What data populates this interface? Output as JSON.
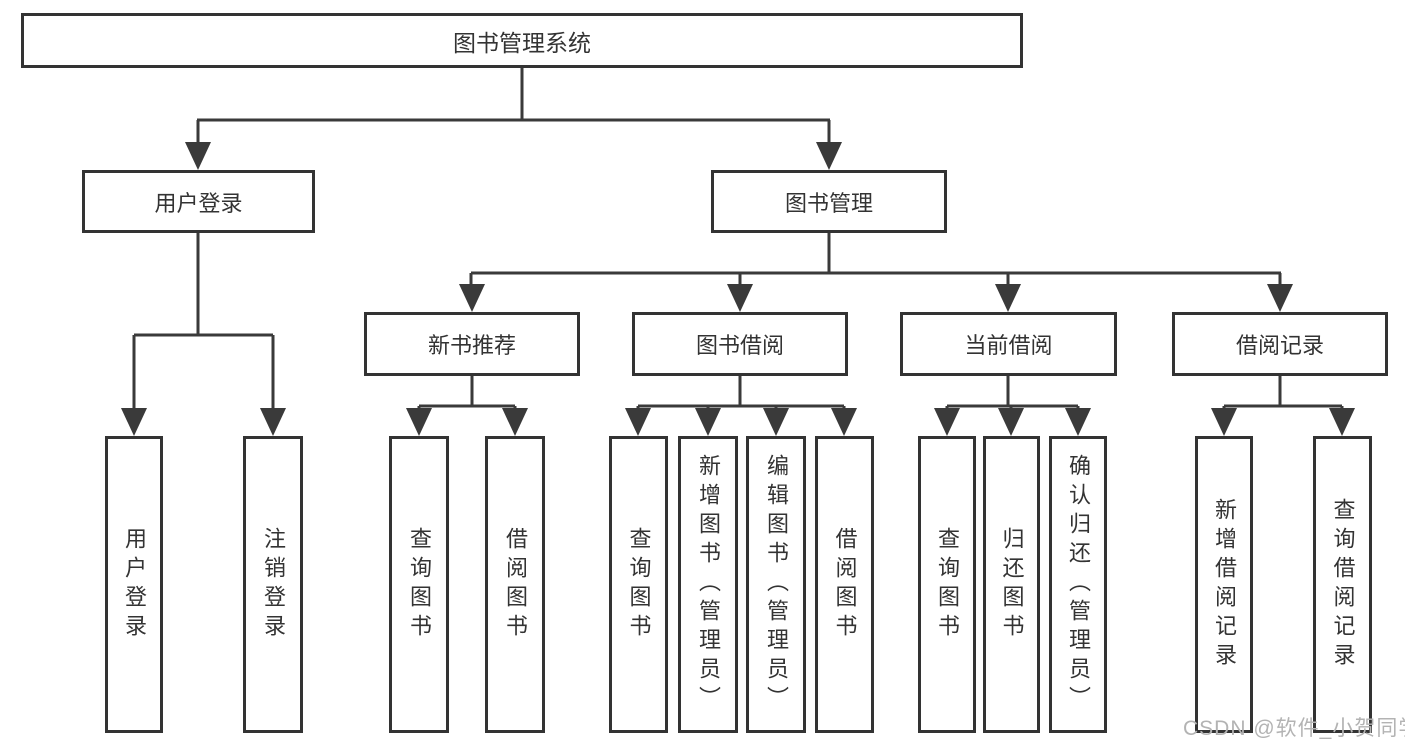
{
  "diagram": {
    "title": "图书管理系统",
    "branches": [
      {
        "label": "用户登录",
        "leaves": [
          "用户登录",
          "注销登录"
        ]
      },
      {
        "label": "图书管理",
        "groups": [
          {
            "label": "新书推荐",
            "leaves": [
              "查询图书",
              "借阅图书"
            ]
          },
          {
            "label": "图书借阅",
            "leaves": [
              "查询图书",
              "新增图书（管理员）",
              "编辑图书（管理员）",
              "借阅图书"
            ]
          },
          {
            "label": "当前借阅",
            "leaves": [
              "查询图书",
              "归还图书",
              "确认归还（管理员）"
            ]
          },
          {
            "label": "借阅记录",
            "leaves": [
              "新增借阅记录",
              "查询借阅记录"
            ]
          }
        ]
      }
    ]
  },
  "watermark": {
    "text": "CSDN @软件_小贺同学"
  },
  "colors": {
    "line": "#3a3a3a",
    "text": "#333333",
    "box_border": "#333333",
    "background": "#ffffff",
    "watermark": "#b3b3b3"
  }
}
